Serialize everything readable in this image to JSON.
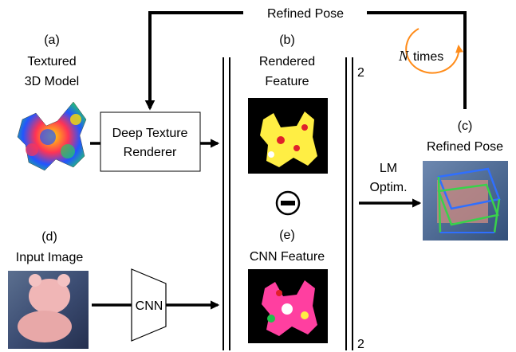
{
  "top_loop": {
    "label": "Refined Pose",
    "iterations": "N",
    "iterations_suffix": "times"
  },
  "textured_model": {
    "tag": "(a)",
    "line1": "Textured",
    "line2": "3D Model"
  },
  "renderer": {
    "line1": "Deep Texture",
    "line2": "Renderer"
  },
  "rendered_feature": {
    "tag": "(b)",
    "line1": "Rendered",
    "line2": "Feature"
  },
  "norm_exponent": "2",
  "refined_pose": {
    "tag": "(c)",
    "label": "Refined Pose"
  },
  "optimizer": {
    "line1": "LM",
    "line2": "Optim."
  },
  "input_image": {
    "tag": "(d)",
    "label": "Input Image"
  },
  "cnn": {
    "label": "CNN"
  },
  "cnn_feature": {
    "tag": "(e)",
    "label": "CNN Feature"
  },
  "colors": {
    "arrow": "#000000",
    "loop_arrow": "#ff8c1a",
    "pose_box": "#2f6fff",
    "pose_box_alt": "#39d24a"
  }
}
